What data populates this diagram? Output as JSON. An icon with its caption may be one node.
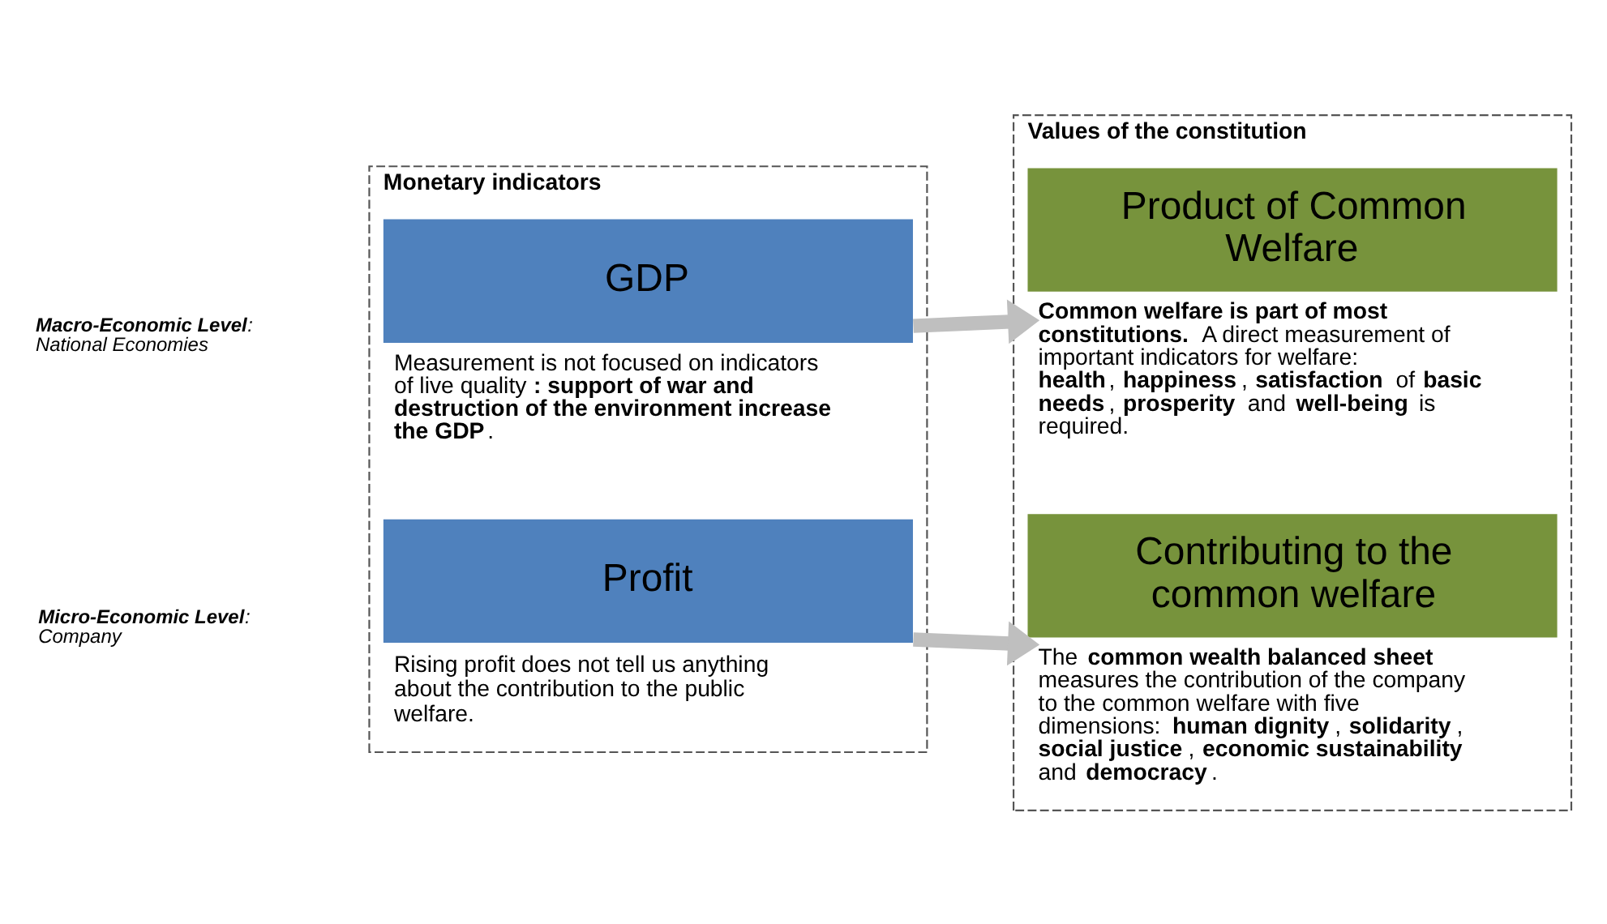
{
  "diagram": {
    "nodes": [
      {
        "text": [
          "Monetary indicators"
        ]
      },
      {
        "text": [
          "GDP",
          "Measurement is not focused on indicators of live quality**: support of war and destruction of the environment increase the GDP**."
        ],
        "in": 0
      },
      {
        "text": [
          "Profit",
          "Rising profit does not tell us anything about the contribution to the public welfare."
        ],
        "in": 0
      },
      {
        "text": [
          "Values of the constitution"
        ]
      },
      {
        "text": [
          "Product of Common Welfare",
          "**Common welfare is part of most constitutions.** A direct measurement of important indicators for welfare: **health**, **happiness**, **satisfaction** of **basic needs**, **prosperity** and **well-being** is required."
        ],
        "in": 3
      },
      {
        "text": [
          "Contributing to the common welfare",
          "The **common wealth balanced sheet** measures the contribution of the company to the common welfare with five dimensions: **human dignity**, **solidarity**, **social justice**, **economic sustainability** and **democracy**."
        ],
        "in": 3
      }
    ],
    "edges": [
      {
        "from": 1,
        "to": 4,
        "arrow": "to"
      },
      {
        "from": 2,
        "to": 5,
        "arrow": "to"
      }
    ],
    "labels": [
      "**Macro-Economic Level**: National Economies",
      "**Micro-Economic Level**: Company"
    ]
  }
}
